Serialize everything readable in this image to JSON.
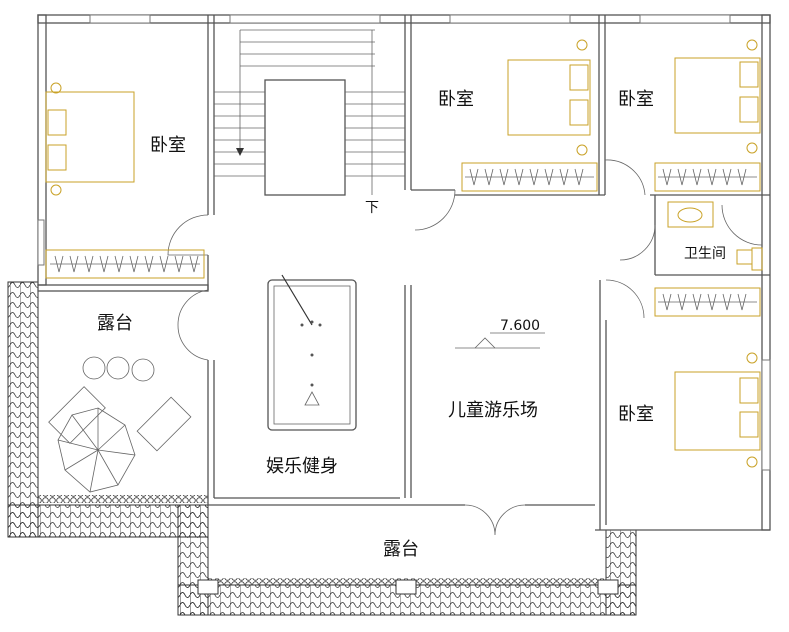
{
  "rooms": {
    "bedroom_left": "卧室",
    "bedroom_center": "卧室",
    "bedroom_right": "卧室",
    "bedroom_lower_right": "卧室",
    "terrace_left": "露台",
    "terrace_bottom": "露台",
    "gym": "娱乐健身",
    "playground": "儿童游乐场",
    "bathroom": "卫生间"
  },
  "stair_label": "下",
  "elevation": "7.600",
  "colors": {
    "wall": "#555555",
    "furniture": "#c9a227"
  }
}
